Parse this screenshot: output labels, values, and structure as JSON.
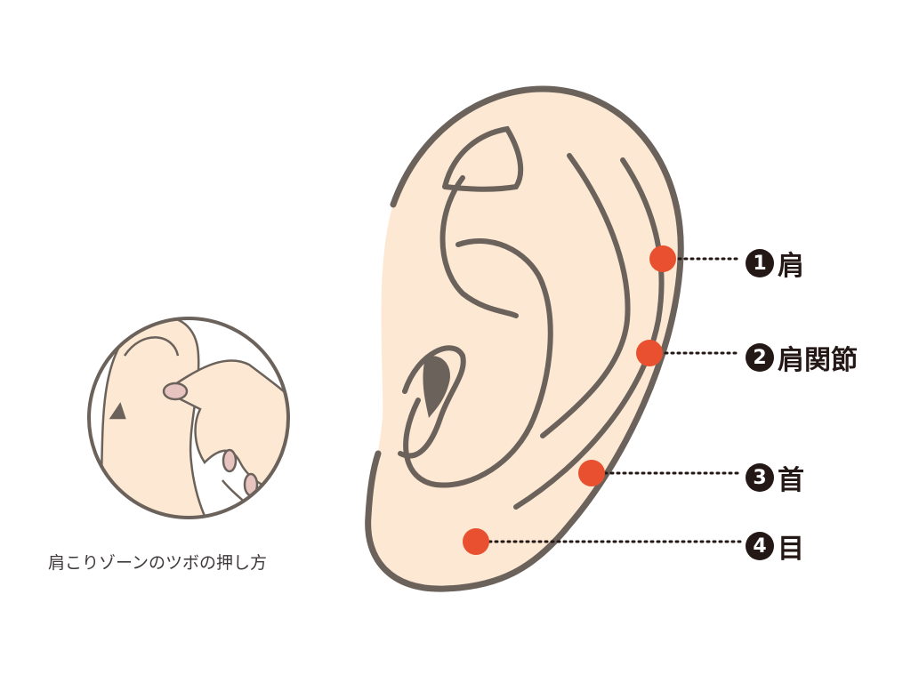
{
  "colors": {
    "skin": "#fde9d3",
    "outline": "#6b625b",
    "point": "#e8502f",
    "label": "#231815"
  },
  "points": [
    {
      "number": "1",
      "label": "肩"
    },
    {
      "number": "2",
      "label": "肩関節"
    },
    {
      "number": "3",
      "label": "首"
    },
    {
      "number": "4",
      "label": "目"
    }
  ],
  "inset": {
    "caption": "肩こりゾーンのツボの押し方"
  }
}
